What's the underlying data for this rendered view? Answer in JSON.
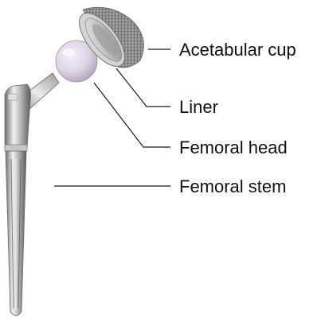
{
  "diagram": {
    "subject": "hip-implant-components",
    "labels": {
      "acetabular_cup": "Acetabular cup",
      "liner": "Liner",
      "femoral_head": "Femoral head",
      "femoral_stem": "Femoral stem"
    },
    "colors": {
      "background": "#ffffff",
      "text": "#111111",
      "leader_line": "#1a1a1a",
      "femoral_head": "#ddd4e6",
      "cup_porous_coating": "#8f8f8f",
      "cup_rim": "#c9c9c9",
      "stem_metal": "#a8a8a8"
    }
  }
}
